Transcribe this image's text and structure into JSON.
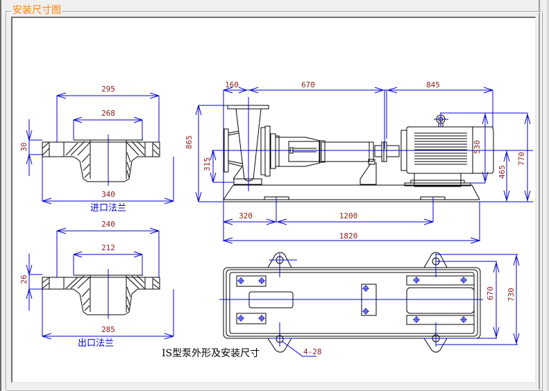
{
  "window": {
    "groupbox_title": "安装尺寸图"
  },
  "drawing": {
    "title": "IS型泵外形及安装尺寸",
    "colors": {
      "dimension_line": "#0000cc",
      "dimension_text": "#8b1a1a",
      "outline": "#000000",
      "groupbox_title": "#ff8000"
    },
    "inlet_flange": {
      "caption": "进口法兰",
      "dims": {
        "bolt_circle": "295",
        "raised_face": "268",
        "thickness": "30",
        "outer_diameter": "340"
      }
    },
    "outlet_flange": {
      "caption": "出口法兰",
      "dims": {
        "bolt_circle": "240",
        "raised_face": "212",
        "thickness": "26",
        "outer_diameter": "285"
      }
    },
    "side_view": {
      "dims": {
        "inlet_offset": "160",
        "pump_length": "670",
        "motor_length": "845",
        "total_height": "865",
        "inlet_center_height": "315",
        "motor_height": "530",
        "shaft_center_height": "465",
        "overall_height": "770",
        "foot_offset": "320",
        "foot_spacing": "1200",
        "base_length": "1820"
      }
    },
    "plan_view": {
      "dims": {
        "bolt_spacing": "670",
        "base_width": "730",
        "anchor_holes": "4-28"
      }
    }
  }
}
